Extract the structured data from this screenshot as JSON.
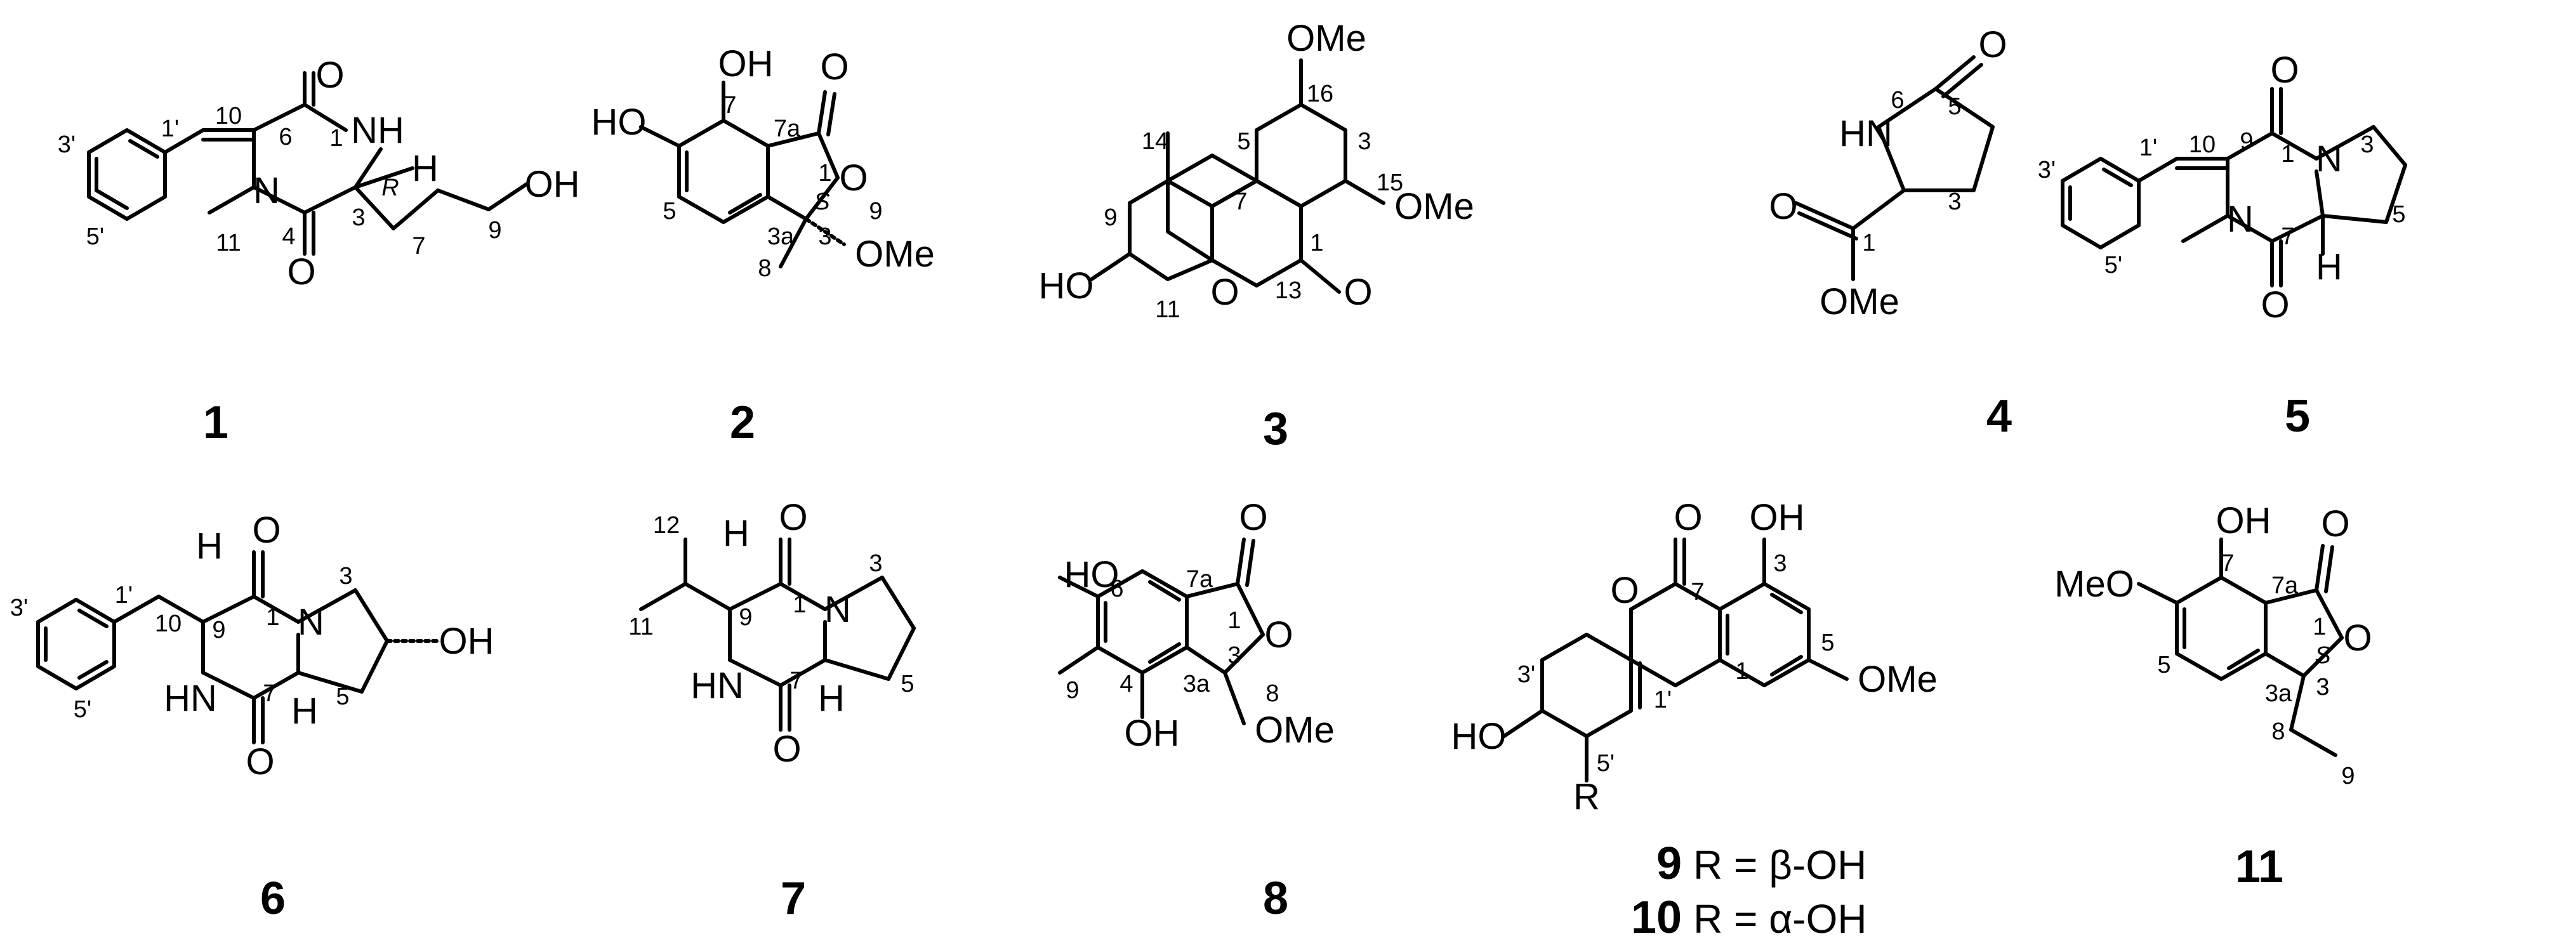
{
  "figure": {
    "compounds": [
      {
        "id": "1",
        "atoms": {
          "oxygen_a": "O",
          "oxygen_b": "O",
          "amine": "NH",
          "n_methyl": "N",
          "stereo_h": "H",
          "hydroxyl": "OH"
        },
        "locants": {
          "l10": "10",
          "l6": "6",
          "l1": "1",
          "l1p": "1'",
          "l3p": "3'",
          "l5p": "5'",
          "l11": "11",
          "l4": "4",
          "lR": "R",
          "l3": "3",
          "l7": "7",
          "l9": "9"
        }
      },
      {
        "id": "2",
        "atoms": {
          "oh_a": "OH",
          "oh_b": "HO",
          "oxo": "O",
          "ring_o": "O",
          "ome": "OMe"
        },
        "locants": {
          "l7": "7",
          "l7a": "7a",
          "l1": "1",
          "l5": "5",
          "l3a": "3a",
          "lS": "S",
          "l3": "3",
          "l9": "9",
          "l8": "8"
        }
      },
      {
        "id": "3",
        "atoms": {
          "ome_top": "OMe",
          "ome_right": "OMe",
          "ho": "HO",
          "ring_o": "O",
          "oxo": "O"
        },
        "locants": {
          "l16": "16",
          "l14": "14",
          "l5": "5",
          "l3": "3",
          "l7": "7",
          "l15": "15",
          "l9": "9",
          "l1": "1",
          "l13": "13",
          "l11": "11"
        }
      },
      {
        "id": "4",
        "atoms": {
          "oxo": "O",
          "hn": "HN",
          "ester_o": "O",
          "ome": "OMe"
        },
        "locants": {
          "l6": "6",
          "l5": "5",
          "l3": "3",
          "l1": "1"
        }
      },
      {
        "id": "5",
        "atoms": {
          "oxo_a": "O",
          "n_ring": "N",
          "n_methyl": "N",
          "oxo_b": "O",
          "stereo_h": "H"
        },
        "locants": {
          "l10": "10",
          "l1p": "1'",
          "l3p": "3'",
          "l9": "9",
          "l1": "1",
          "l3": "3",
          "l7": "7",
          "l5p": "5'",
          "l5": "5"
        }
      },
      {
        "id": "6",
        "atoms": {
          "h_a": "H",
          "oxo_a": "O",
          "n_ring": "N",
          "hydroxyl": "OH",
          "hn": "HN",
          "h_b": "H",
          "oxo_b": "O"
        },
        "locants": {
          "l3p": "3'",
          "l1p": "1'",
          "l10": "10",
          "l9": "9",
          "l1": "1",
          "l3": "3",
          "l7": "7",
          "l5": "5",
          "l5p": "5'"
        }
      },
      {
        "id": "7",
        "atoms": {
          "h_a": "H",
          "oxo_a": "O",
          "n_ring": "N",
          "hn": "HN",
          "h_b": "H",
          "oxo_b": "O"
        },
        "locants": {
          "l12": "12",
          "l11": "11",
          "l9": "9",
          "l1": "1",
          "l3": "3",
          "l7": "7",
          "l5": "5"
        }
      },
      {
        "id": "8",
        "atoms": {
          "oxo": "O",
          "ho": "HO",
          "ring_o": "O",
          "oh": "OH",
          "ome": "OMe"
        },
        "locants": {
          "l7a": "7a",
          "l6": "6",
          "l1": "1",
          "l9": "9",
          "l4": "4",
          "l3a": "3a",
          "l3": "3",
          "l8": "8"
        }
      },
      {
        "id": "11",
        "atoms": {
          "oh": "OH",
          "meo": "MeO",
          "oxo": "O",
          "ring_o": "O"
        },
        "locants": {
          "l7": "7",
          "l7a": "7a",
          "l1": "1",
          "l5": "5",
          "l3a": "3a",
          "lS": "S",
          "l3": "3",
          "l8": "8",
          "l9": "9"
        }
      }
    ],
    "compound_9_10": {
      "atoms": {
        "oxo": "O",
        "oh": "OH",
        "ring_o": "O",
        "ome": "OMe",
        "ho": "HO",
        "r": "R"
      },
      "locants": {
        "l7": "7",
        "l3": "3",
        "l3p": "3'",
        "l1": "1",
        "l1p": "1'",
        "l5": "5",
        "l5p": "5'"
      },
      "label_9": {
        "id": "9",
        "text": "R = β-OH"
      },
      "label_10": {
        "id": "10",
        "text": "R = α-OH"
      }
    }
  }
}
